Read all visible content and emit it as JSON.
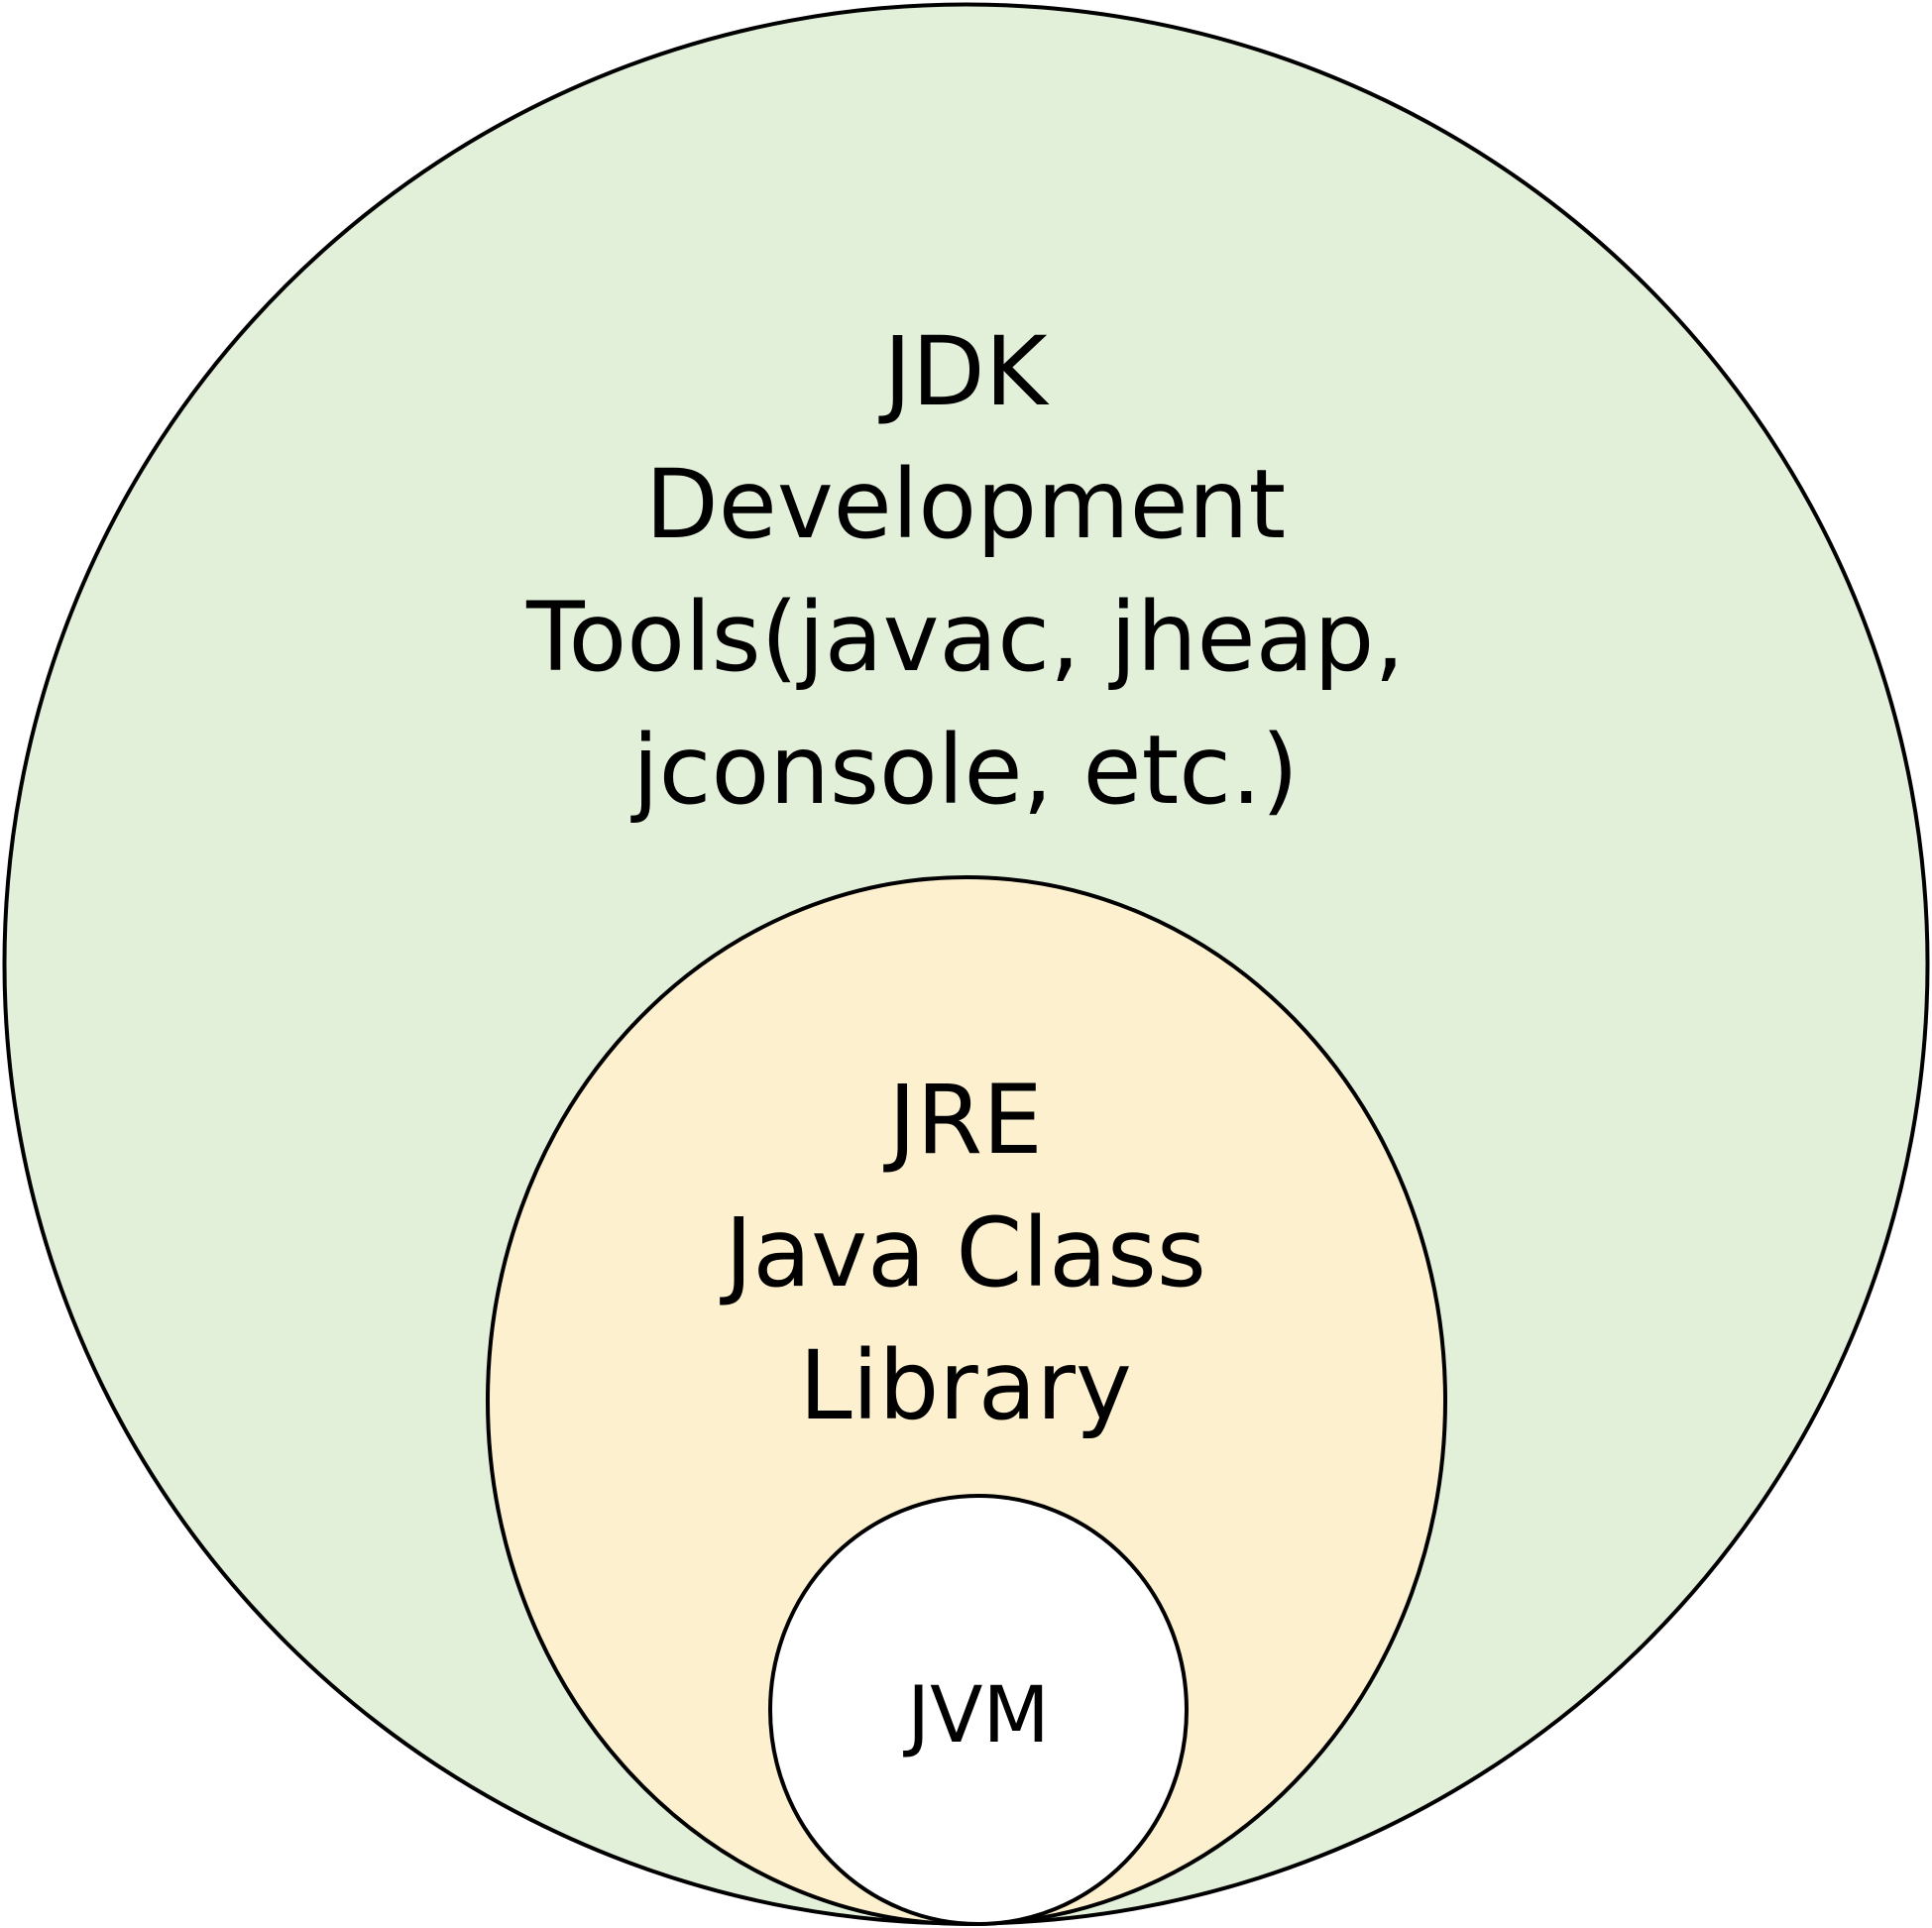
{
  "diagram": {
    "outer": {
      "name": "JDK",
      "lines": [
        "JDK",
        "Development",
        "Tools(javac, jheap,",
        "jconsole, etc.)"
      ],
      "fill": "#e2efd9"
    },
    "middle": {
      "name": "JRE",
      "lines": [
        "JRE",
        "Java Class",
        "Library"
      ],
      "fill": "#fdf0cf"
    },
    "inner": {
      "name": "JVM",
      "lines": [
        "JVM"
      ],
      "fill": "#ffffff"
    },
    "stroke": "#000000"
  }
}
